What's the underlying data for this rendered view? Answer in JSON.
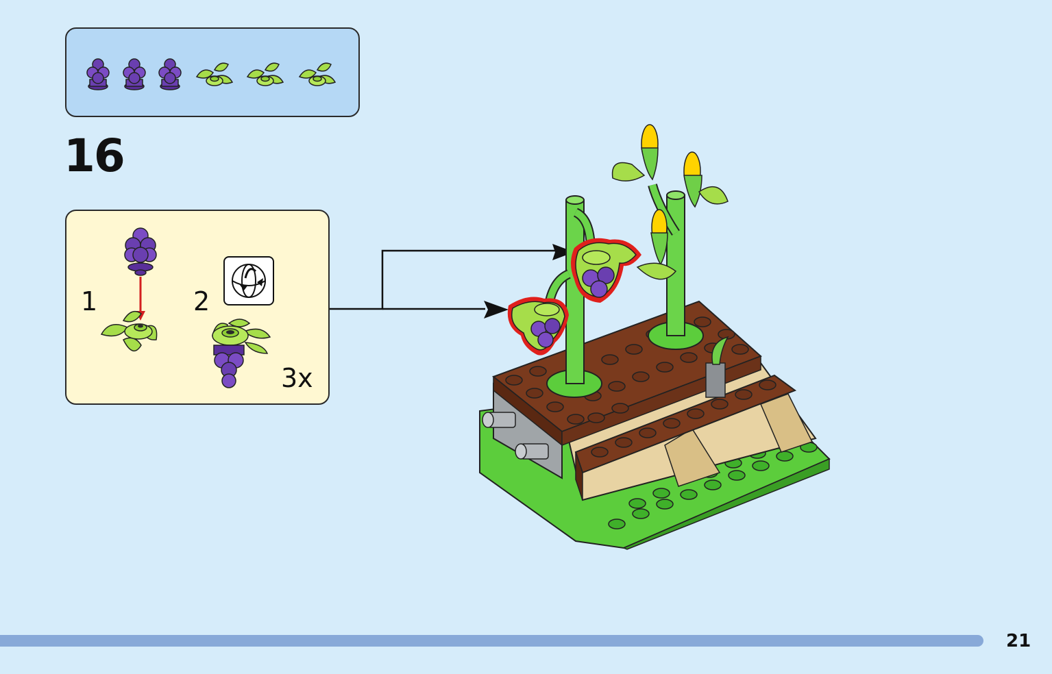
{
  "page": {
    "step_number": "16",
    "page_number": "21"
  },
  "parts_list": {
    "items": [
      {
        "name": "purple-grape-cluster-icon",
        "color": "#6a3fb0"
      },
      {
        "name": "purple-grape-cluster-icon",
        "color": "#6a3fb0"
      },
      {
        "name": "purple-grape-cluster-icon",
        "color": "#6a3fb0"
      },
      {
        "name": "lime-leaf-plate-icon",
        "color": "#a6dd4a"
      },
      {
        "name": "lime-leaf-plate-icon",
        "color": "#a6dd4a"
      },
      {
        "name": "lime-leaf-plate-icon",
        "color": "#a6dd4a"
      }
    ]
  },
  "sub_assembly": {
    "step_1_label": "1",
    "step_2_label": "2",
    "multiplier": "3x",
    "rotate_icon": "rotate-model-icon"
  },
  "colors": {
    "background": "#d6ecfa",
    "parts_box": "#b5d8f5",
    "sub_box": "#fff8d2",
    "grape_purple": "#6a3fb0",
    "leaf_lime": "#a6dd4a",
    "stem_green": "#58c23e",
    "soil_brown": "#6b3219",
    "tan": "#e8d3a3",
    "highlight_red": "#e0201c",
    "progress": "#88a9d8"
  }
}
